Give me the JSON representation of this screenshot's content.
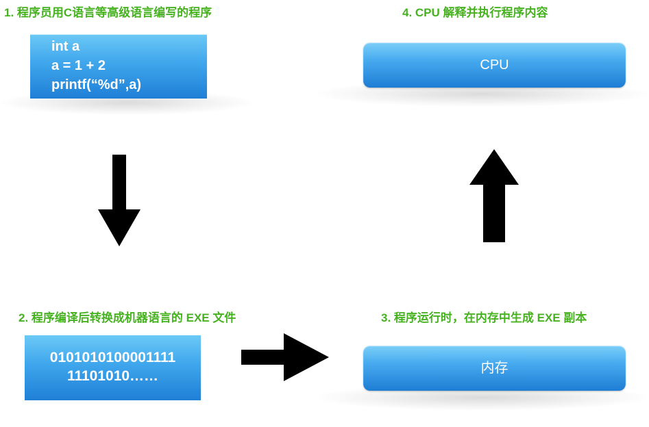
{
  "steps": {
    "step1_title": "1. 程序员用C语言等高级语言编写的程序",
    "step2_title": "2. 程序编译后转换成机器语言的 EXE 文件",
    "step3_title": "3. 程序运行时，在内存中生成 EXE 副本",
    "step4_title": "4. CPU 解释并执行程序内容"
  },
  "code": {
    "lines": [
      "int a",
      "a  = 1 + 2",
      "printf(“%d”,a)"
    ]
  },
  "binary": {
    "lines": [
      "0101010100001111",
      "11101010……"
    ]
  },
  "boxes": {
    "cpu_label": "CPU",
    "memory_label": "内存"
  },
  "colors": {
    "title_green": "#46b220",
    "box_blue": "#2f93e6",
    "arrow": "#000000"
  }
}
